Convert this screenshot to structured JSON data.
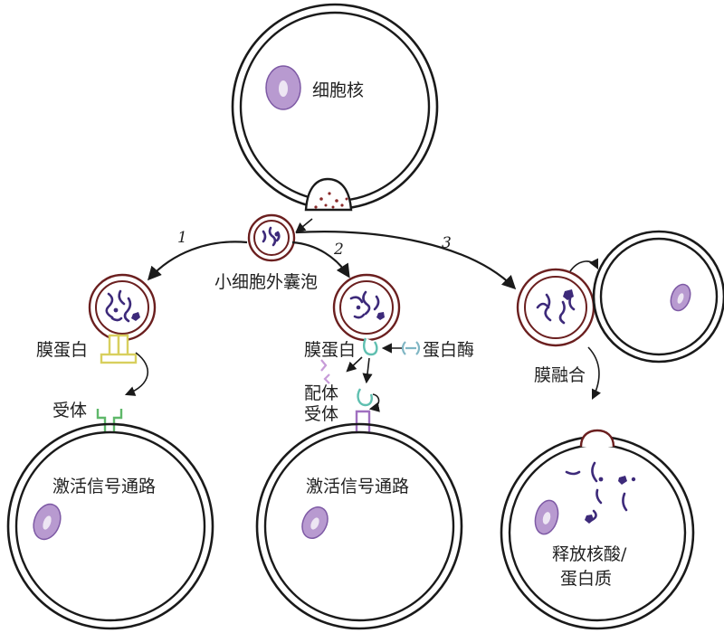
{
  "labels": {
    "nucleus": "细胞核",
    "small_ev": "小细胞外囊泡",
    "route_1": "1",
    "route_2": "2",
    "route_3": "3",
    "membrane_protein_1": "膜蛋白",
    "receptor_1": "受体",
    "membrane_protein_2": "膜蛋白",
    "protease": "蛋白酶",
    "ligand": "配体",
    "receptor_2": "受体",
    "membrane_fusion": "膜融合",
    "activate_pathway_1": "激活信号通路",
    "activate_pathway_2": "激活信号通路",
    "release_line1": "释放核酸/",
    "release_line2": "蛋白质"
  },
  "colors": {
    "membrane_protein": "#d8cf5e",
    "receptor_green": "#5fb86a",
    "receptor_purple": "#a070c0",
    "protease": "#7fb6c4",
    "ligand": "#5fbfb0",
    "vesicle": "#6b1f1f",
    "nucleus": "#b89ad0",
    "cargo": "#3d2a7a",
    "ligand_fragment": "#c79bd8"
  }
}
